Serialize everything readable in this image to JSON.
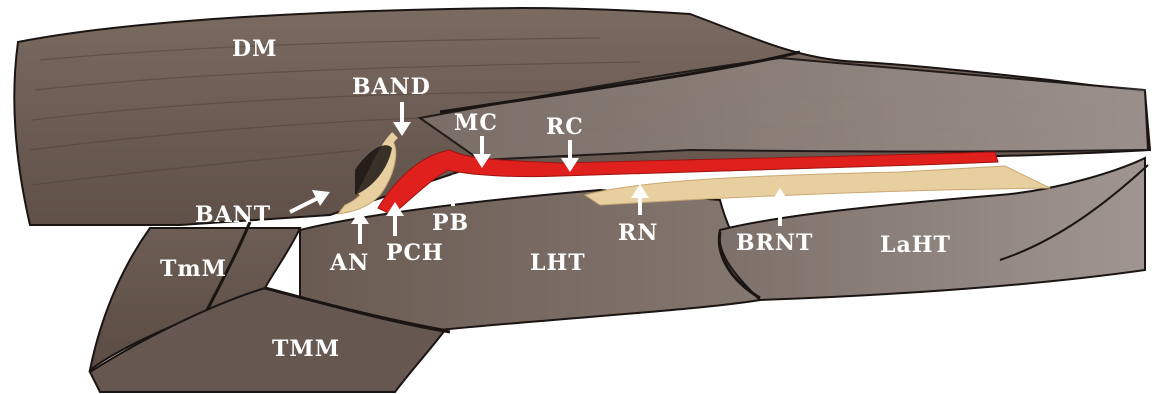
{
  "labels": {
    "dm": "DM",
    "band": "BAND",
    "mc": "MC",
    "rc": "RC",
    "bant": "BANT",
    "pb": "PB",
    "rn": "RN",
    "brnt": "BRNT",
    "laht": "LaHT",
    "tmm_small": "TmM",
    "an": "AN",
    "pch": "PCH",
    "lht": "LHT",
    "tmm_large": "TMM"
  },
  "colors": {
    "muscle": "#6f6158",
    "muscle_dark": "#4e4039",
    "muscle_light": "#8a7d74",
    "outline": "#1a1412",
    "nerve": "#e8cfa0",
    "artery": "#e0201c",
    "label": "#ffffff"
  }
}
